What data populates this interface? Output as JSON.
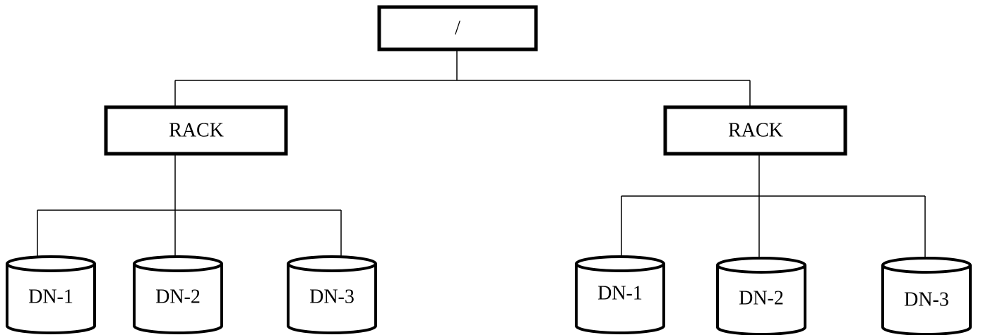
{
  "root": {
    "label": "/"
  },
  "racks": [
    {
      "label": "RACK",
      "nodes": [
        "DN-1",
        "DN-2",
        "DN-3"
      ]
    },
    {
      "label": "RACK",
      "nodes": [
        "DN-1",
        "DN-2",
        "DN-3"
      ]
    }
  ]
}
